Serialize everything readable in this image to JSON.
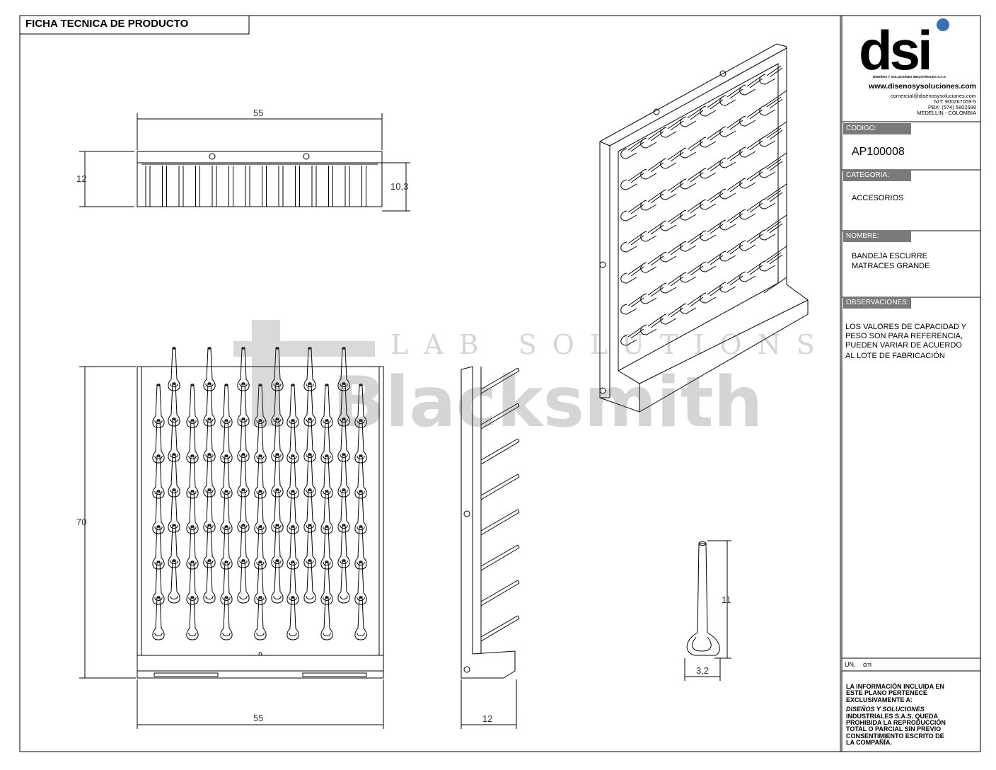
{
  "header": {
    "title": "FICHA TECNICA DE PRODUCTO"
  },
  "company": {
    "logo_text": "dsi",
    "tagline": "DISEÑOS Y SOLUCIONES INDUSTRIALES S.A.S",
    "website": "www.disenosysoluciones.com",
    "email": "comercial@disenosysoluciones.com",
    "nit": "NIT: 900267059-5",
    "phone": "PBX: (574) 5802688",
    "city": "MEDELLIN - COLOMBIA",
    "accent_color": "#3b6fb6"
  },
  "fields": {
    "codigo_label": "CODIGO:",
    "codigo_value": "AP100008",
    "categoria_label": "CATEGORIA:",
    "categoria_value": "ACCESORIOS",
    "nombre_label": "NOMBRE:",
    "nombre_line1": "BANDEJA ESCURRE",
    "nombre_line2": "MATRACES GRANDE",
    "observaciones_label": "OBSERVACIONES:",
    "obs_line1": "LOS VALORES DE CAPACIDAD Y",
    "obs_line2": "PESO SON PARA REFERENCIA,",
    "obs_line3": "PUEDEN VARIAR DE ACUERDO",
    "obs_line4": "AL LOTE DE FABRICACIÓN"
  },
  "units": {
    "label": "UN.",
    "value": "cm"
  },
  "disclaimer": {
    "line1": "LA INFORMACIÓN INCLUIDA EN",
    "line2": "ESTE PLANO PERTENECE",
    "line3": "EXCLUSIVAMENTE A:",
    "line4": "DISEÑOS Y SOLUCIONES",
    "line5": "INDUSTRIALES S.A.S. QUEDA",
    "line6": "PROHIBIDA LA REPRODUCCIÓN",
    "line7": "TOTAL O PARCIAL SIN PREVIO",
    "line8": "CONSENTIMIENTO ESCRITO DE",
    "line9": "LA COMPAÑÍA."
  },
  "watermark": {
    "line1": "LAB SOLUTIONS",
    "line2": "Blacksmith"
  },
  "dimensions": {
    "top_width": "55",
    "top_height": "12",
    "top_depth": "10,3",
    "front_height": "70",
    "front_width": "55",
    "side_depth": "12",
    "peg_height": "11",
    "peg_base": "3,2"
  }
}
